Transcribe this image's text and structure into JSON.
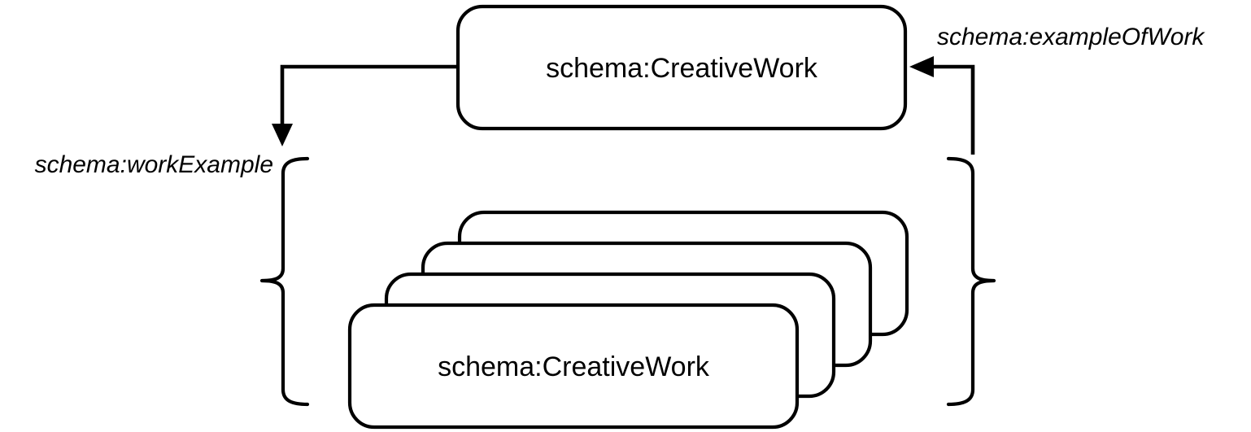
{
  "diagram": {
    "title": "schema:CreativeWork workExample / exampleOfWork relationship",
    "background_color": "#ffffff",
    "stroke_color": "#000000",
    "fill_color": "#ffffff",
    "nodes": {
      "parent": {
        "label": "schema:CreativeWork",
        "kind": "rounded-rectangle"
      },
      "children_stack": {
        "label": "schema:CreativeWork",
        "kind": "rounded-rectangle-stack",
        "count": 4,
        "labelled_layer": "front"
      }
    },
    "edges": [
      {
        "id": "work-example",
        "label": "schema:workExample",
        "from": "parent",
        "to": "children_stack",
        "direction": "down",
        "arrow": "filled-triangle",
        "label_side": "left"
      },
      {
        "id": "example-of-work",
        "label": "schema:exampleOfWork",
        "from": "children_stack",
        "to": "parent",
        "direction": "up",
        "arrow": "filled-triangle",
        "label_side": "right"
      }
    ],
    "braces": [
      {
        "id": "left-brace",
        "orientation": "open-right",
        "attached_edge": "work-example"
      },
      {
        "id": "right-brace",
        "orientation": "open-left",
        "attached_edge": "example-of-work"
      }
    ]
  }
}
